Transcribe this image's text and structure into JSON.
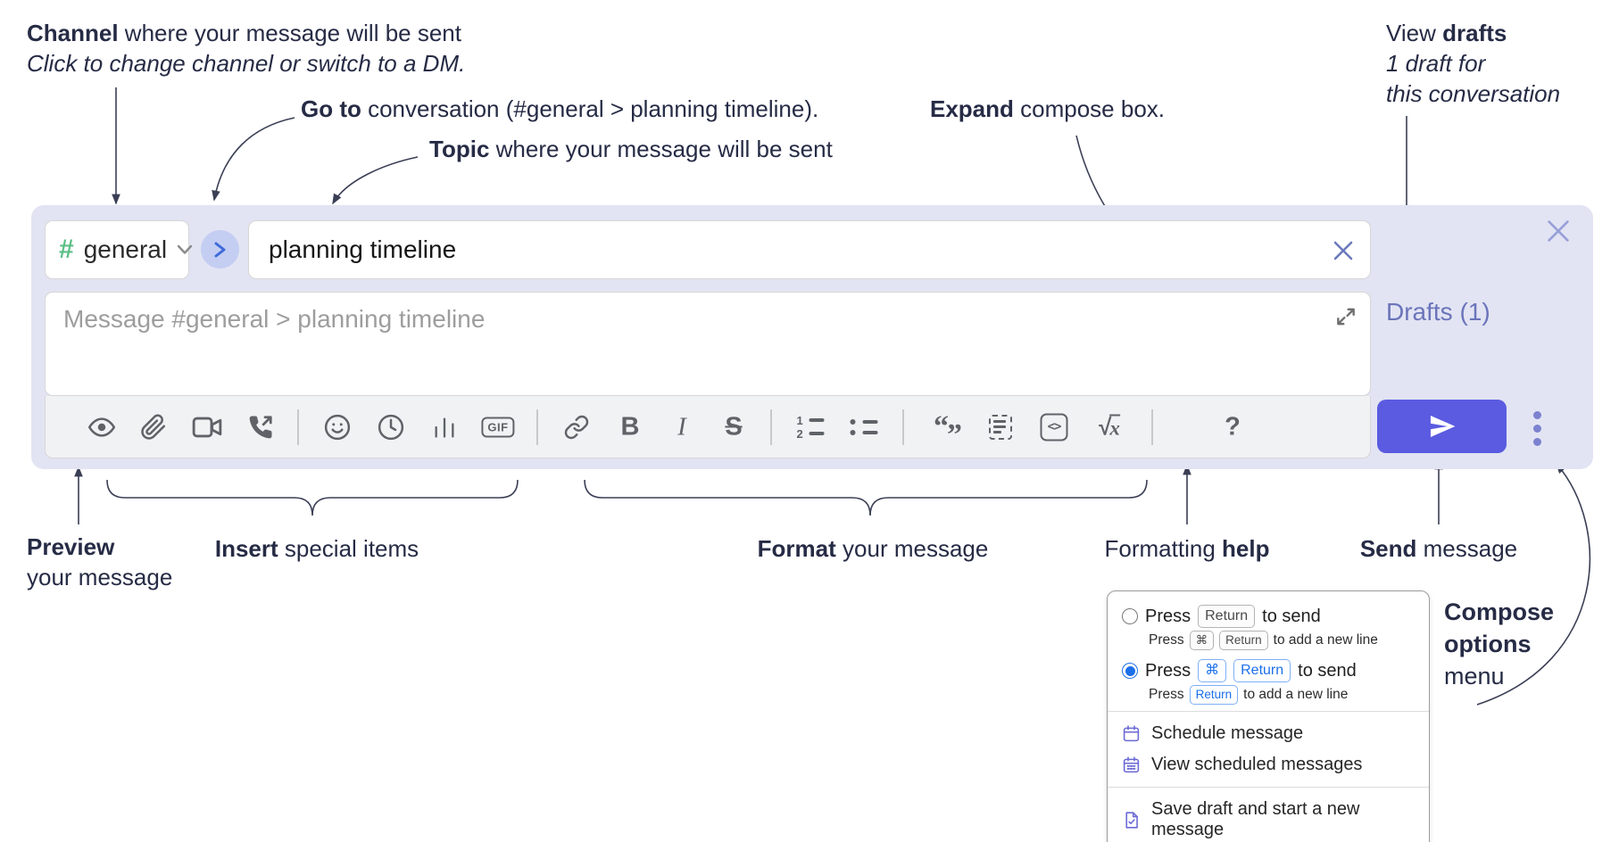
{
  "annotations": {
    "channel_note": {
      "bold": "Channel",
      "rest": " where your message will be sent",
      "line2": "Click to change channel or switch to a DM."
    },
    "goto_note": {
      "bold": "Go to",
      "rest": " conversation (#general > planning timeline)."
    },
    "topic_note": {
      "bold": "Topic",
      "rest": " where your message will be sent"
    },
    "expand_note": {
      "bold": "Expand",
      "rest": " compose box."
    },
    "drafts_note": {
      "pre": "View ",
      "bold": "drafts",
      "line2": "1 draft for",
      "line3": "this conversation"
    },
    "preview_note": {
      "bold": "Preview",
      "line2": "your message"
    },
    "insert_note": {
      "bold": "Insert",
      "rest": " special items"
    },
    "format_note": {
      "bold": "Format",
      "rest": " your message"
    },
    "help_note": {
      "pre": "Formatting ",
      "bold": "help"
    },
    "send_note": {
      "bold": "Send",
      "rest": " message"
    },
    "options_note": {
      "line1": "Compose",
      "line2": "options",
      "line3": "menu"
    }
  },
  "compose": {
    "channel": {
      "hash": "#",
      "name": "general"
    },
    "topic": {
      "value": "planning timeline"
    },
    "message": {
      "placeholder": "Message #general > planning timeline"
    },
    "drafts_link": "Drafts (1)",
    "toolbar": {
      "gif": "GIF",
      "bold": "B",
      "italic": "I",
      "strike": "S",
      "quote_open": "“",
      "quote_close": "”",
      "ol_1": "1",
      "ol_2": "2",
      "code": "<>",
      "sqrt_radical": "√",
      "sqrt_x": "x",
      "help": "?"
    }
  },
  "options_menu": {
    "option1": {
      "press": "Press",
      "key": "Return",
      "suffix": "to send",
      "sub": {
        "press": "Press",
        "key1": "⌘",
        "key2": "Return",
        "suffix": "to add a new line"
      }
    },
    "option2": {
      "press": "Press",
      "key1": "⌘",
      "key2": "Return",
      "suffix": "to send",
      "sub": {
        "press": "Press",
        "key": "Return",
        "suffix": "to add a new line"
      }
    },
    "items": [
      {
        "label": "Schedule message"
      },
      {
        "label": "View scheduled messages"
      },
      {
        "label": "Save draft and start a new message"
      }
    ]
  },
  "colors": {
    "compose_bg": "#e2e4f3",
    "send_accent": "#5a5be0",
    "hash_green": "#5cbf85",
    "drafts_link": "#6b74ba",
    "radio_blue": "#1b6fe8",
    "menu_icon": "#6a69d6",
    "annotation_text": "#262b45",
    "toolbar_icon": "#5f6368"
  }
}
